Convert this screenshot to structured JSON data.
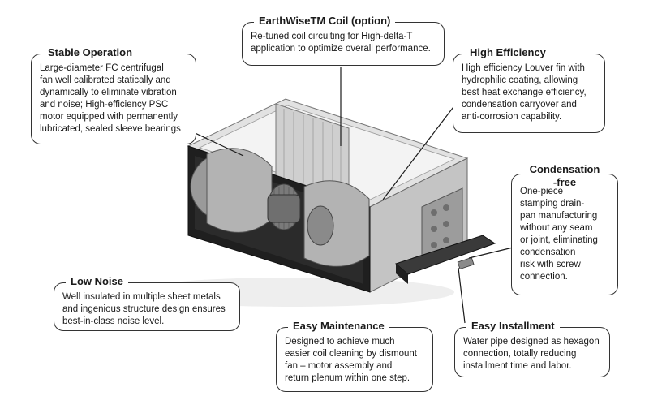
{
  "callouts": {
    "coil": {
      "title": "EarthWiseTM Coil (option)",
      "body": "Re-tuned coil circuiting for High-delta-T\napplication to optimize overall performance."
    },
    "stable": {
      "title": "Stable Operation",
      "body": "Large-diameter FC centrifugal\nfan well calibrated statically and\ndynamically to eliminate vibration\nand noise; High-efficiency PSC\nmotor equipped with permanently\nlubricated, sealed sleeve bearings"
    },
    "efficiency": {
      "title": "High Efficiency",
      "body": "High efficiency Louver fin with\nhydrophilic coating, allowing\nbest heat exchange efficiency,\ncondensation carryover and\nanti-corrosion capability."
    },
    "condensation": {
      "title_line1": "Condensation",
      "title_line2": "-free",
      "body": "One-piece\nstamping drain-\npan manufacturing\nwithout any seam\nor joint, eliminating\ncondensation\nrisk with screw\nconnection."
    },
    "noise": {
      "title": "Low Noise",
      "body": "Well insulated in multiple sheet metals\nand ingenious structure design ensures\nbest-in-class noise level."
    },
    "maintenance": {
      "title": "Easy Maintenance",
      "body": "Designed to achieve much\neasier coil cleaning by dismount\nfan – motor assembly and\nreturn plenum within one step."
    },
    "installment": {
      "title": "Easy Installment",
      "body": "Water pipe designed as hexagon\nconnection, totally reducing\ninstallment time and labor."
    }
  },
  "colors": {
    "unit_top": "#d9d9d9",
    "unit_side": "#bdbdbd",
    "unit_dark": "#262626",
    "fan": "#a8a8a8",
    "coil": "#c8c8c8",
    "line": "#1a1a1a"
  }
}
